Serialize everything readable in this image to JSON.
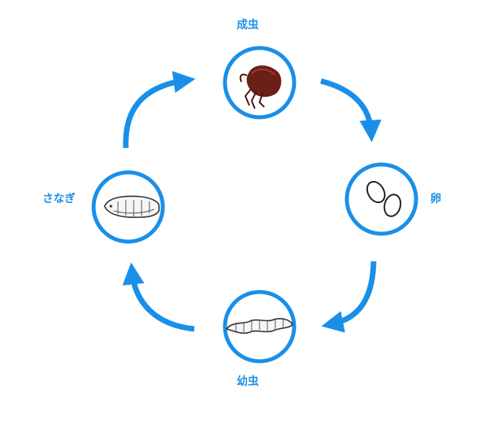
{
  "diagram": {
    "accent_color": "#1a8fe8",
    "stages": {
      "adult": {
        "label": "成虫",
        "icon": "flea-adult-icon"
      },
      "egg": {
        "label": "卵",
        "icon": "flea-eggs-icon"
      },
      "larva": {
        "label": "幼虫",
        "icon": "flea-larva-icon"
      },
      "pupa": {
        "label": "さなぎ",
        "icon": "flea-pupa-icon"
      }
    },
    "cycle": [
      "adult",
      "egg",
      "larva",
      "pupa"
    ]
  }
}
